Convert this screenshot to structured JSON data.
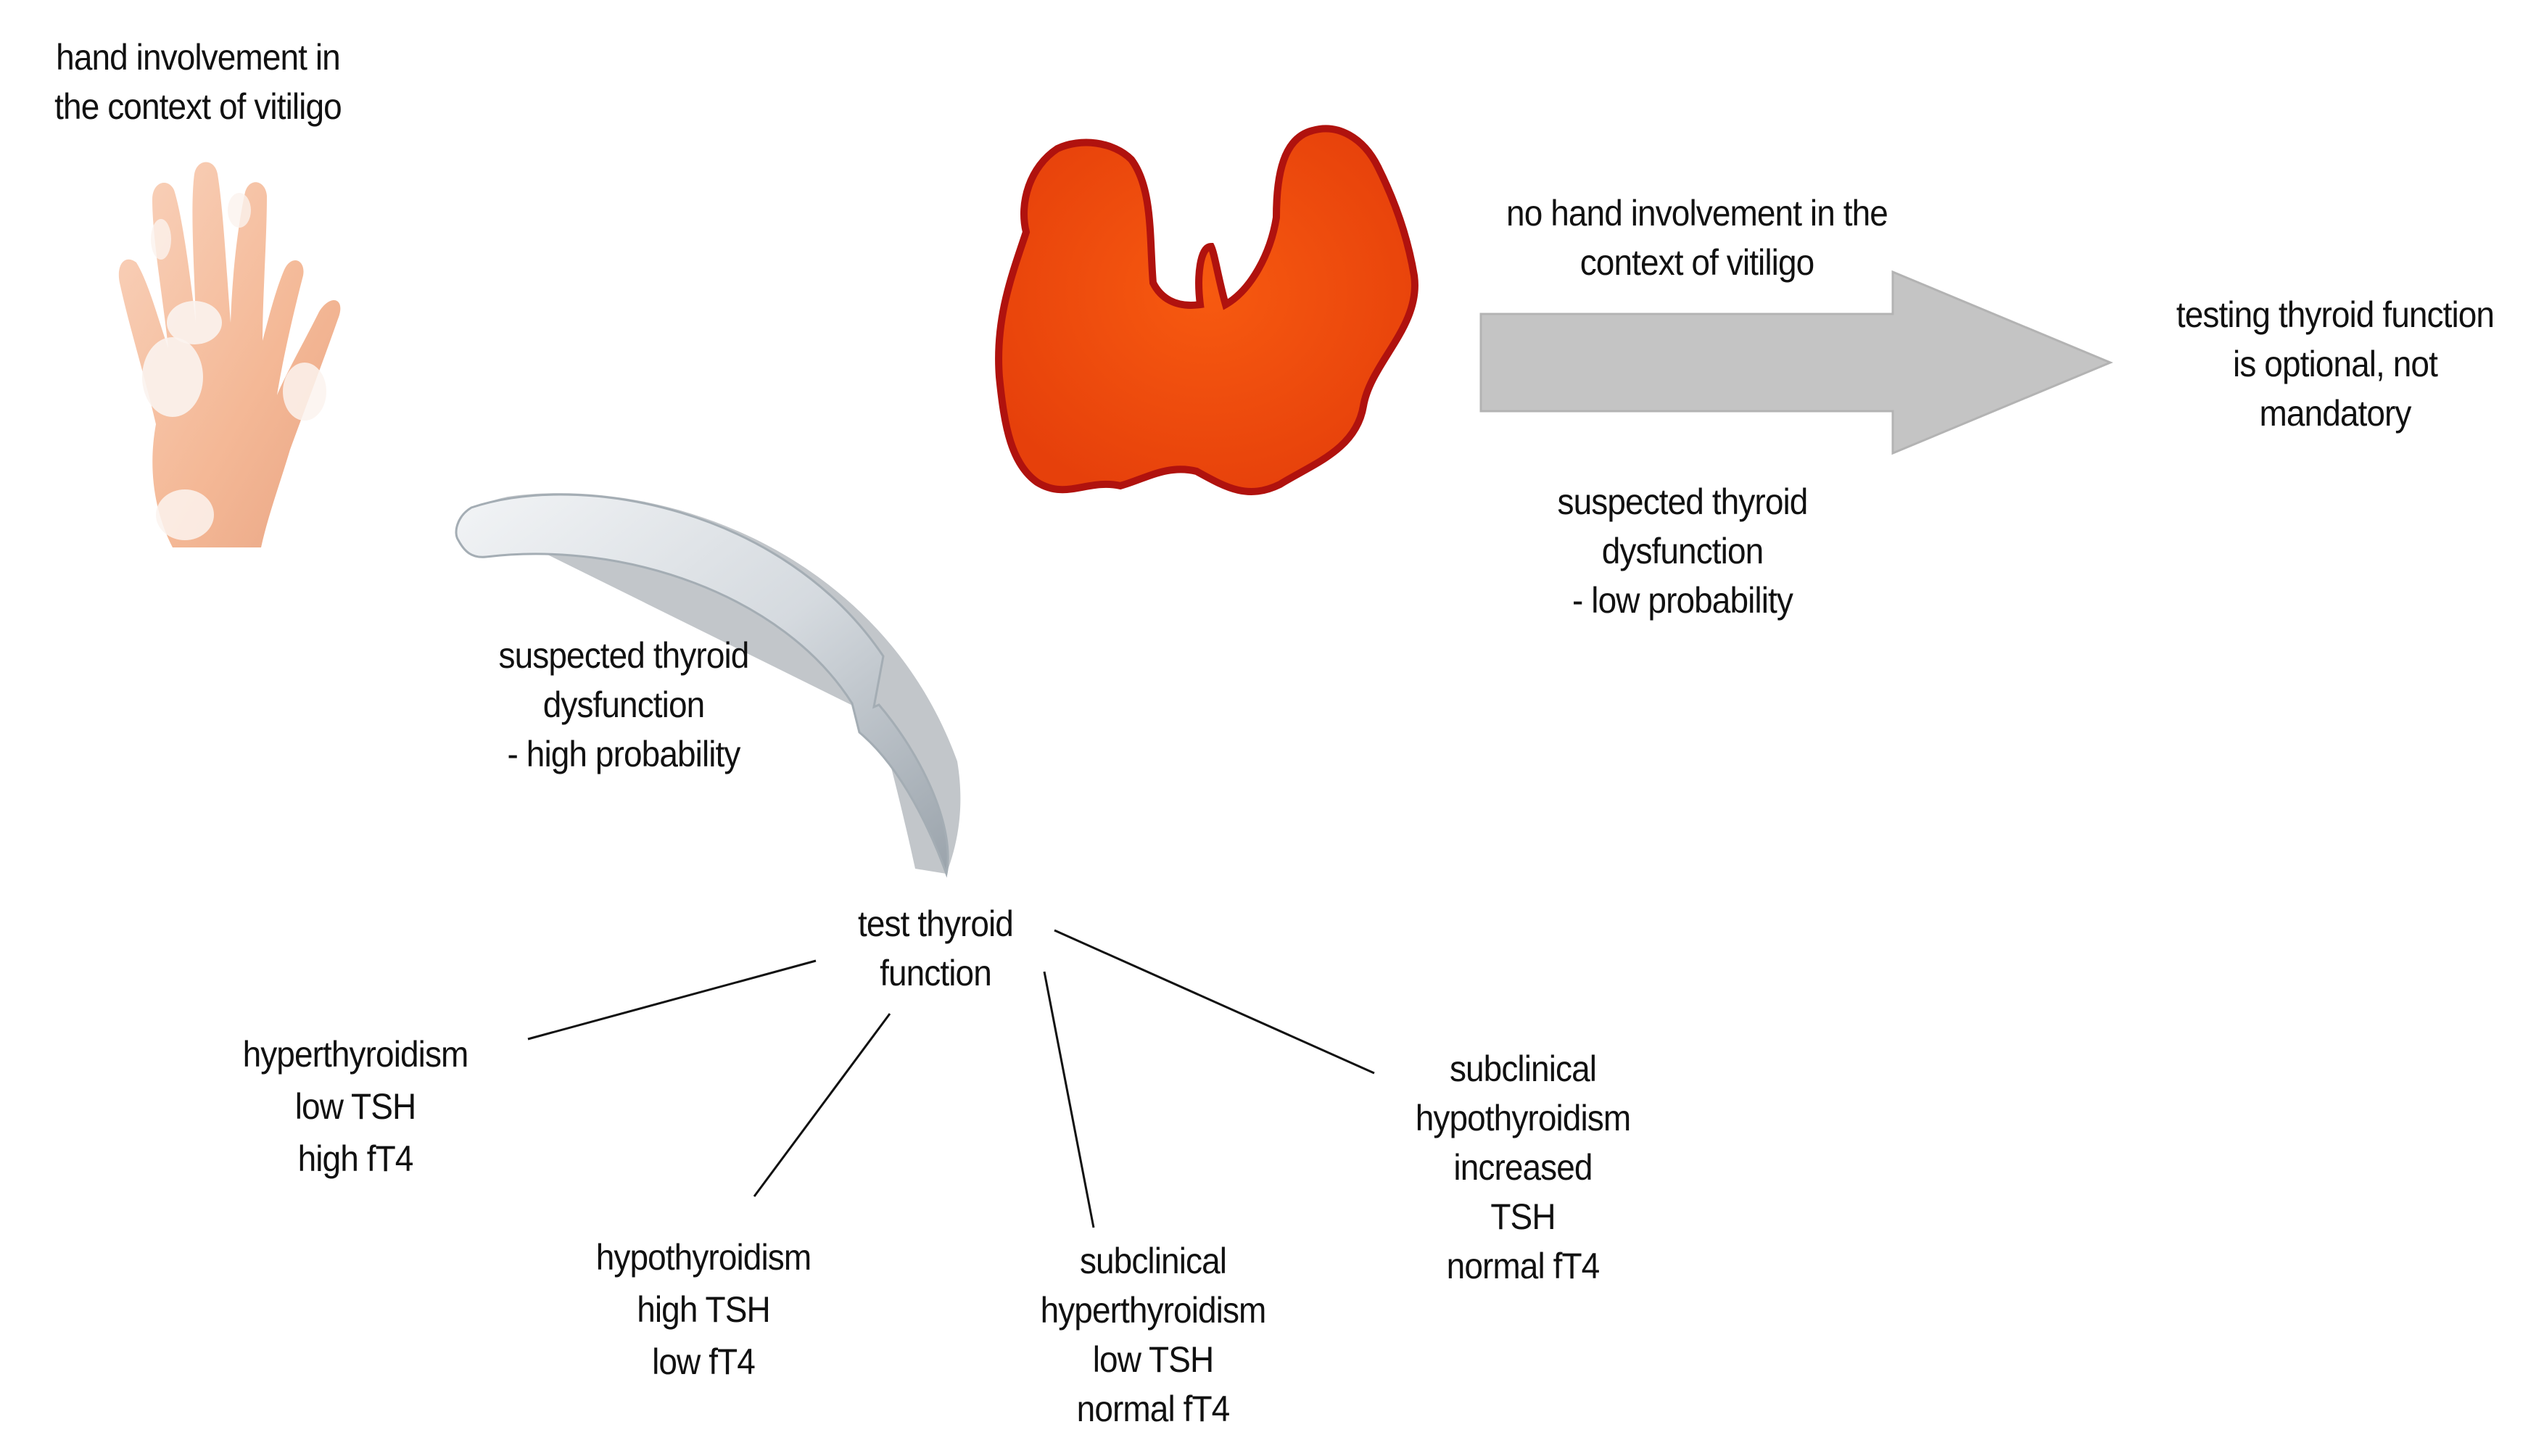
{
  "hand_label": [
    "hand involvement in",
    "the context of vitiligo"
  ],
  "no_hand_label": [
    "no hand involvement in the",
    "context of vitiligo"
  ],
  "optional_label": [
    "testing thyroid function",
    "is optional, not",
    "mandatory"
  ],
  "low_probability_label": [
    "suspected thyroid",
    "dysfunction",
    "- low probability"
  ],
  "high_probability_label": [
    "suspected thyroid",
    "dysfunction",
    "- high probability"
  ],
  "test_label": [
    "test thyroid",
    "function"
  ],
  "outcomes": {
    "hyperthyroidism": [
      "hyperthyroidism",
      "low TSH",
      "high fT4"
    ],
    "hypothyroidism": [
      "hypothyroidism",
      "high TSH",
      "low fT4"
    ],
    "subclinical_hyperthyroidism": [
      "subclinical",
      "hyperthyroidism",
      "low TSH",
      "normal fT4"
    ],
    "subclinical_hypothyroidism": [
      "subclinical",
      "hypothyroidism",
      "increased",
      "TSH",
      "normal fT4"
    ]
  },
  "colors": {
    "thyroid_fill": "#f04a0c",
    "thyroid_outline": "#b0120e",
    "arrow_grey": "#c2c2c2",
    "curved_arrow": "#bfc6cc",
    "skin": "#f6c4a8",
    "vitiligo_patch": "#fbf3ee"
  }
}
